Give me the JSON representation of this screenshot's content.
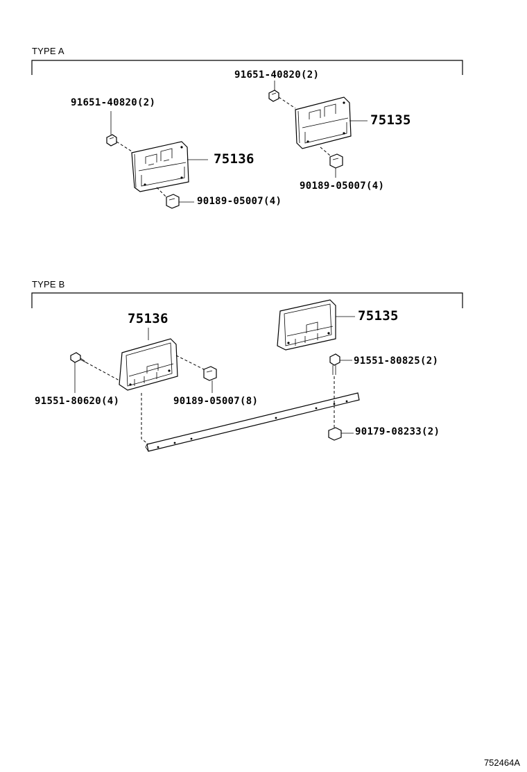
{
  "sections": {
    "type_a": {
      "label": "TYPE A",
      "left": {
        "bolt": "91651-40820(2)",
        "plate": "75136",
        "nut": "90189-05007(4)"
      },
      "right": {
        "bolt": "91651-40820(2)",
        "plate": "75135",
        "nut": "90189-05007(4)"
      }
    },
    "type_b": {
      "label": "TYPE B",
      "left": {
        "plate": "75136",
        "screw": "91551-80620(4)",
        "nut": "90189-05007(8)"
      },
      "right": {
        "plate": "75135",
        "bolt": "91551-80825(2)",
        "nut": "90179-08233(2)"
      }
    }
  },
  "reference_code": "752464A"
}
